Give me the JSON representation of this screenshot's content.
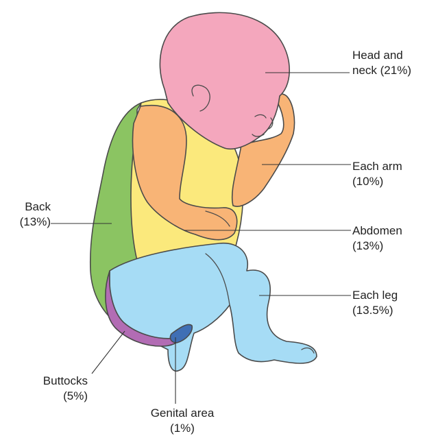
{
  "regions": [
    {
      "id": "head",
      "name": "Head and",
      "value": "neck (21%)",
      "color": "#f4a7bd"
    },
    {
      "id": "arm",
      "name": "Each arm",
      "value": "(10%)",
      "color": "#f8b476"
    },
    {
      "id": "abdomen",
      "name": "Abdomen",
      "value": "(13%)",
      "color": "#fbe97c"
    },
    {
      "id": "leg",
      "name": "Each leg",
      "value": "(13.5%)",
      "color": "#a6dcf5"
    },
    {
      "id": "back",
      "name": "Back",
      "value": "(13%)",
      "color": "#8bc462"
    },
    {
      "id": "buttocks",
      "name": "Buttocks",
      "value": "(5%)",
      "color": "#b26cb4"
    },
    {
      "id": "genital",
      "name": "Genital area",
      "value": "(1%)",
      "color": "#3f6fb5"
    }
  ]
}
